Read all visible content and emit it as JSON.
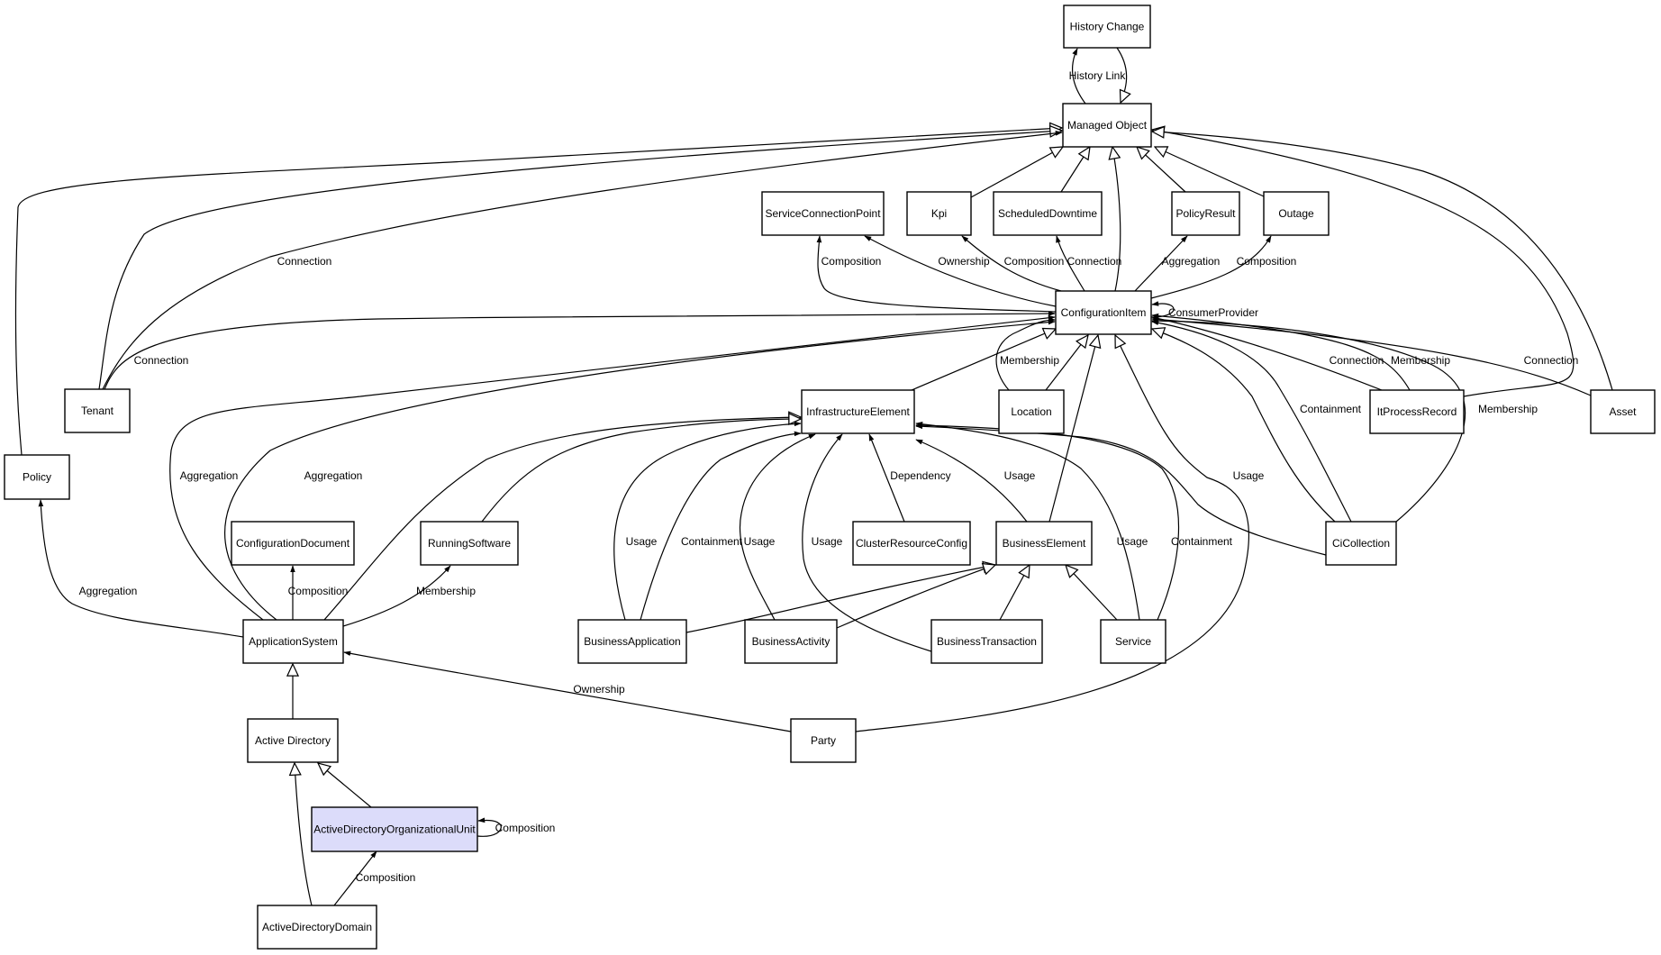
{
  "diagram": {
    "colors": {
      "default_fill": "#ffffff",
      "highlight_fill": "#dcdcfa",
      "stroke": "#000000"
    },
    "nodes": [
      {
        "id": "history-change",
        "label": "History Change"
      },
      {
        "id": "managed-object",
        "label": "Managed Object"
      },
      {
        "id": "service-connection-point",
        "label": "ServiceConnectionPoint"
      },
      {
        "id": "kpi",
        "label": "Kpi"
      },
      {
        "id": "scheduled-downtime",
        "label": "ScheduledDowntime"
      },
      {
        "id": "policy-result",
        "label": "PolicyResult"
      },
      {
        "id": "outage",
        "label": "Outage"
      },
      {
        "id": "configuration-item",
        "label": "ConfigurationItem"
      },
      {
        "id": "tenant",
        "label": "Tenant"
      },
      {
        "id": "infrastructure-element",
        "label": "InfrastructureElement"
      },
      {
        "id": "location",
        "label": "Location"
      },
      {
        "id": "it-process-record",
        "label": "ItProcessRecord"
      },
      {
        "id": "asset",
        "label": "Asset"
      },
      {
        "id": "policy",
        "label": "Policy"
      },
      {
        "id": "configuration-document",
        "label": "ConfigurationDocument"
      },
      {
        "id": "running-software",
        "label": "RunningSoftware"
      },
      {
        "id": "cluster-resource-config",
        "label": "ClusterResourceConfig"
      },
      {
        "id": "business-element",
        "label": "BusinessElement"
      },
      {
        "id": "ci-collection",
        "label": "CiCollection"
      },
      {
        "id": "application-system",
        "label": "ApplicationSystem"
      },
      {
        "id": "business-application",
        "label": "BusinessApplication"
      },
      {
        "id": "business-activity",
        "label": "BusinessActivity"
      },
      {
        "id": "business-transaction",
        "label": "BusinessTransaction"
      },
      {
        "id": "service",
        "label": "Service"
      },
      {
        "id": "active-directory",
        "label": "Active Directory"
      },
      {
        "id": "party",
        "label": "Party"
      },
      {
        "id": "active-directory-organizational-unit",
        "label": "ActiveDirectoryOrganizationalUnit",
        "highlighted": true
      },
      {
        "id": "active-directory-domain",
        "label": "ActiveDirectoryDomain"
      }
    ],
    "edges": [
      {
        "id": "e1",
        "from": "managed-object",
        "to": "history-change",
        "kind": "association",
        "label": "History Link"
      },
      {
        "id": "e2",
        "from": "history-change",
        "to": "managed-object",
        "kind": "inheritance",
        "label": ""
      },
      {
        "id": "e3",
        "from": "policy",
        "to": "managed-object",
        "kind": "inheritance",
        "label": ""
      },
      {
        "id": "e4",
        "from": "tenant",
        "to": "managed-object",
        "kind": "inheritance",
        "label": ""
      },
      {
        "id": "e5",
        "from": "tenant",
        "to": "managed-object",
        "kind": "association",
        "label": "Connection"
      },
      {
        "id": "e6",
        "from": "kpi",
        "to": "managed-object",
        "kind": "inheritance",
        "label": ""
      },
      {
        "id": "e7",
        "from": "scheduled-downtime",
        "to": "managed-object",
        "kind": "inheritance",
        "label": ""
      },
      {
        "id": "e8",
        "from": "configuration-item",
        "to": "managed-object",
        "kind": "inheritance",
        "label": ""
      },
      {
        "id": "e9",
        "from": "policy-result",
        "to": "managed-object",
        "kind": "inheritance",
        "label": ""
      },
      {
        "id": "e10",
        "from": "outage",
        "to": "managed-object",
        "kind": "inheritance",
        "label": ""
      },
      {
        "id": "e11",
        "from": "it-process-record",
        "to": "managed-object",
        "kind": "inheritance",
        "label": ""
      },
      {
        "id": "e12",
        "from": "asset",
        "to": "managed-object",
        "kind": "inheritance",
        "label": ""
      },
      {
        "id": "e13",
        "from": "configuration-item",
        "to": "service-connection-point",
        "kind": "association",
        "label": "Composition"
      },
      {
        "id": "e14",
        "from": "configuration-item",
        "to": "service-connection-point",
        "kind": "association",
        "label": "Ownership"
      },
      {
        "id": "e15",
        "from": "configuration-item",
        "to": "kpi",
        "kind": "association",
        "label": "Composition"
      },
      {
        "id": "e16",
        "from": "configuration-item",
        "to": "scheduled-downtime",
        "kind": "association",
        "label": "Connection"
      },
      {
        "id": "e17",
        "from": "configuration-item",
        "to": "policy-result",
        "kind": "association",
        "label": "Aggregation"
      },
      {
        "id": "e18",
        "from": "configuration-item",
        "to": "outage",
        "kind": "association",
        "label": "Composition"
      },
      {
        "id": "e19",
        "from": "configuration-item",
        "to": "configuration-item",
        "kind": "association",
        "label": "ConsumerProvider"
      },
      {
        "id": "e20",
        "from": "tenant",
        "to": "configuration-item",
        "kind": "association",
        "label": "Connection"
      },
      {
        "id": "e21",
        "from": "application-system",
        "to": "configuration-item",
        "kind": "association",
        "label": "Aggregation"
      },
      {
        "id": "e22",
        "from": "application-system",
        "to": "configuration-item",
        "kind": "association",
        "label": "Aggregation"
      },
      {
        "id": "e23",
        "from": "infrastructure-element",
        "to": "configuration-item",
        "kind": "inheritance",
        "label": ""
      },
      {
        "id": "e24",
        "from": "location",
        "to": "configuration-item",
        "kind": "association",
        "label": "Membership"
      },
      {
        "id": "e25",
        "from": "location",
        "to": "configuration-item",
        "kind": "inheritance",
        "label": ""
      },
      {
        "id": "e26",
        "from": "business-element",
        "to": "configuration-item",
        "kind": "inheritance",
        "label": ""
      },
      {
        "id": "e27",
        "from": "party",
        "to": "configuration-item",
        "kind": "inheritance",
        "label": ""
      },
      {
        "id": "e28",
        "from": "it-process-record",
        "to": "configuration-item",
        "kind": "association",
        "label": "Connection"
      },
      {
        "id": "e29",
        "from": "it-process-record",
        "to": "configuration-item",
        "kind": "association",
        "label": "Membership"
      },
      {
        "id": "e30",
        "from": "asset",
        "to": "configuration-item",
        "kind": "association",
        "label": "Connection"
      },
      {
        "id": "e31",
        "from": "ci-collection",
        "to": "configuration-item",
        "kind": "inheritance",
        "label": ""
      },
      {
        "id": "e32",
        "from": "ci-collection",
        "to": "configuration-item",
        "kind": "association",
        "label": "Containment"
      },
      {
        "id": "e33",
        "from": "ci-collection",
        "to": "configuration-item",
        "kind": "association",
        "label": "Membership"
      },
      {
        "id": "e34",
        "from": "application-system",
        "to": "infrastructure-element",
        "kind": "inheritance",
        "label": ""
      },
      {
        "id": "e35",
        "from": "running-software",
        "to": "infrastructure-element",
        "kind": "inheritance",
        "label": ""
      },
      {
        "id": "e36",
        "from": "business-application",
        "to": "infrastructure-element",
        "kind": "association",
        "label": "Usage"
      },
      {
        "id": "e37",
        "from": "business-application",
        "to": "infrastructure-element",
        "kind": "association",
        "label": "Containment"
      },
      {
        "id": "e38",
        "from": "business-activity",
        "to": "infrastructure-element",
        "kind": "association",
        "label": "Usage"
      },
      {
        "id": "e39",
        "from": "business-transaction",
        "to": "infrastructure-element",
        "kind": "association",
        "label": "Usage"
      },
      {
        "id": "e40",
        "from": "cluster-resource-config",
        "to": "infrastructure-element",
        "kind": "association",
        "label": "Dependency"
      },
      {
        "id": "e41",
        "from": "business-element",
        "to": "infrastructure-element",
        "kind": "association",
        "label": "Usage"
      },
      {
        "id": "e42",
        "from": "service",
        "to": "infrastructure-element",
        "kind": "association",
        "label": "Usage"
      },
      {
        "id": "e43",
        "from": "service",
        "to": "infrastructure-element",
        "kind": "association",
        "label": "Containment"
      },
      {
        "id": "e44",
        "from": "ci-collection",
        "to": "infrastructure-element",
        "kind": "association",
        "label": "Usage"
      },
      {
        "id": "e45",
        "from": "business-application",
        "to": "business-element",
        "kind": "inheritance",
        "label": ""
      },
      {
        "id": "e46",
        "from": "business-activity",
        "to": "business-element",
        "kind": "inheritance",
        "label": ""
      },
      {
        "id": "e47",
        "from": "business-transaction",
        "to": "business-element",
        "kind": "inheritance",
        "label": ""
      },
      {
        "id": "e48",
        "from": "service",
        "to": "business-element",
        "kind": "inheritance",
        "label": ""
      },
      {
        "id": "e49",
        "from": "application-system",
        "to": "policy",
        "kind": "association",
        "label": "Aggregation"
      },
      {
        "id": "e50",
        "from": "application-system",
        "to": "configuration-document",
        "kind": "association",
        "label": "Composition"
      },
      {
        "id": "e51",
        "from": "application-system",
        "to": "running-software",
        "kind": "association",
        "label": "Membership"
      },
      {
        "id": "e52",
        "from": "party",
        "to": "application-system",
        "kind": "association",
        "label": "Ownership"
      },
      {
        "id": "e53",
        "from": "active-directory",
        "to": "application-system",
        "kind": "inheritance",
        "label": ""
      },
      {
        "id": "e54",
        "from": "active-directory-organizational-unit",
        "to": "active-directory",
        "kind": "inheritance",
        "label": ""
      },
      {
        "id": "e55",
        "from": "active-directory-domain",
        "to": "active-directory",
        "kind": "inheritance",
        "label": ""
      },
      {
        "id": "e56",
        "from": "active-directory-organizational-unit",
        "to": "active-directory-organizational-unit",
        "kind": "association",
        "label": "Composition"
      },
      {
        "id": "e57",
        "from": "active-directory-domain",
        "to": "active-directory-organizational-unit",
        "kind": "association",
        "label": "Composition"
      }
    ]
  }
}
